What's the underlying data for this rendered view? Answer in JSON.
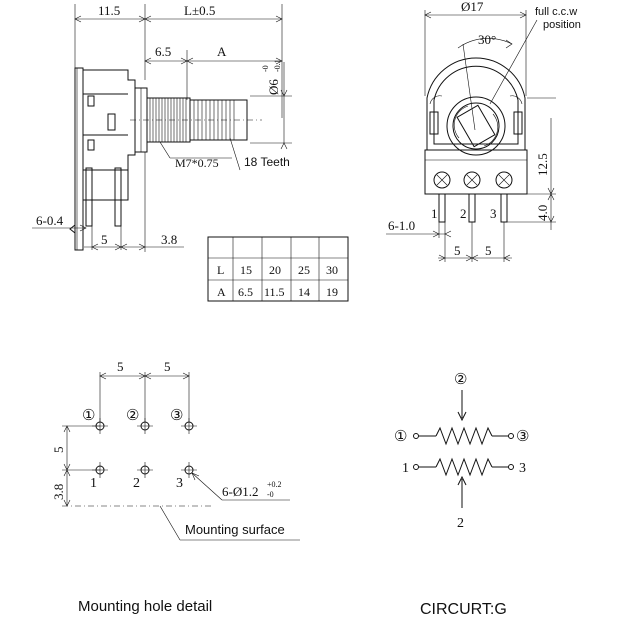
{
  "side_view": {
    "dim_body": "11.5",
    "dim_length": "L±0.5",
    "dim_flat_start": "6.5",
    "dim_flat": "A",
    "dim_shaft_dia": "Ø6",
    "dim_shaft_tol_top": "-0",
    "dim_shaft_tol_bottom": "-0.1",
    "thread_label": "M7*0.75",
    "teeth_label": "18 Teeth",
    "dim_pin_width": "6-0.4",
    "dim_pin_spacing": "5",
    "dim_pin_offset": "3.8"
  },
  "front_view": {
    "dim_diameter": "Ø17",
    "note_line1": "full c.c.w",
    "note_line2": "position",
    "dim_angle": "30°",
    "dim_height": "12.5",
    "dim_pin_len": "4.0",
    "dim_pin_width": "6-1.0",
    "pin_labels": [
      "1",
      "2",
      "3"
    ],
    "dim_spacing_left": "5",
    "dim_spacing_right": "5"
  },
  "size_table": {
    "rows": [
      {
        "label": "L",
        "values": [
          "15",
          "20",
          "25",
          "30"
        ]
      },
      {
        "label": "A",
        "values": [
          "6.5",
          "11.5",
          "14",
          "19"
        ]
      }
    ]
  },
  "hole_detail": {
    "dim_top_left": "5",
    "dim_top_right": "5",
    "dim_vert_spacing": "5",
    "dim_vert_offset": "3.8",
    "top_labels": [
      "①",
      "②",
      "③"
    ],
    "bottom_labels": [
      "1",
      "2",
      "3"
    ],
    "hole_label": "6-Ø1.2",
    "hole_tol_top": "+0.2",
    "hole_tol_bottom": "-0",
    "mounting_surface": "Mounting surface",
    "caption": "Mounting hole detail"
  },
  "circuit": {
    "top_labels": [
      "①",
      "②",
      "③"
    ],
    "bottom_labels": [
      "1",
      "2",
      "3"
    ],
    "caption": "CIRCURT:G"
  }
}
